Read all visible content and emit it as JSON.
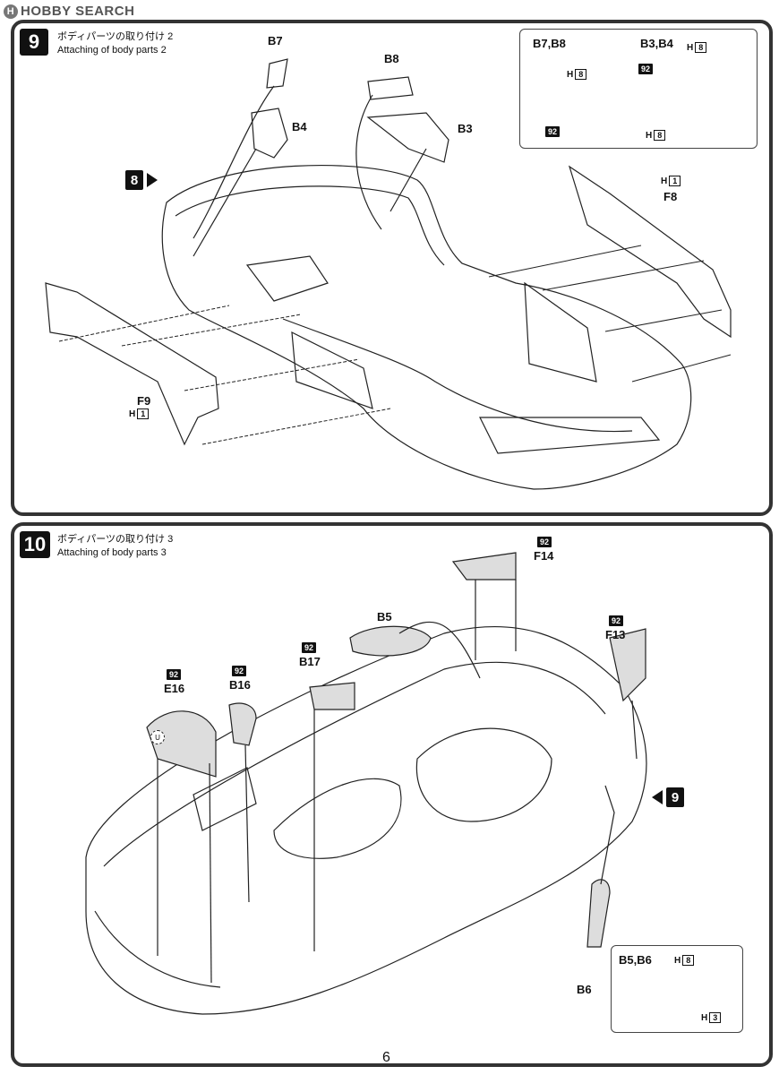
{
  "watermark": {
    "text": "HOBBY SEARCH",
    "logo": "H"
  },
  "page_number": "6",
  "step9": {
    "number": "9",
    "title_jp": "ボディパーツの取り付け 2",
    "title_en": "Attaching of body parts 2",
    "parts": {
      "b7": "B7",
      "b8": "B8",
      "b4": "B4",
      "b3": "B3",
      "f8": "F8",
      "f9": "F9"
    },
    "ref_step": "8",
    "f8_h": "1",
    "f9_h": "1",
    "inset": {
      "b7b8_title": "B7,B8",
      "b3b4_title": "B3,B4",
      "h_letter": "H",
      "b7b8_h": "8",
      "b7b8_color": "92",
      "b3b4_h_top": "8",
      "b3b4_h_bottom": "8",
      "b3b4_color": "92"
    }
  },
  "step10": {
    "number": "10",
    "title_jp": "ボディパーツの取り付け 3",
    "title_en": "Attaching of body parts 3",
    "parts": {
      "b5": "B5",
      "f14": "F14",
      "f13": "F13",
      "b17": "B17",
      "b16": "B16",
      "e16": "E16",
      "b6": "B6"
    },
    "colors": {
      "f14": "92",
      "f13": "92",
      "b17": "92",
      "b16": "92",
      "e16": "92"
    },
    "ref_step": "9",
    "marker_u": "U",
    "inset": {
      "title": "B5,B6",
      "h_letter": "H",
      "h_top": "8",
      "h_bottom": "3"
    }
  }
}
